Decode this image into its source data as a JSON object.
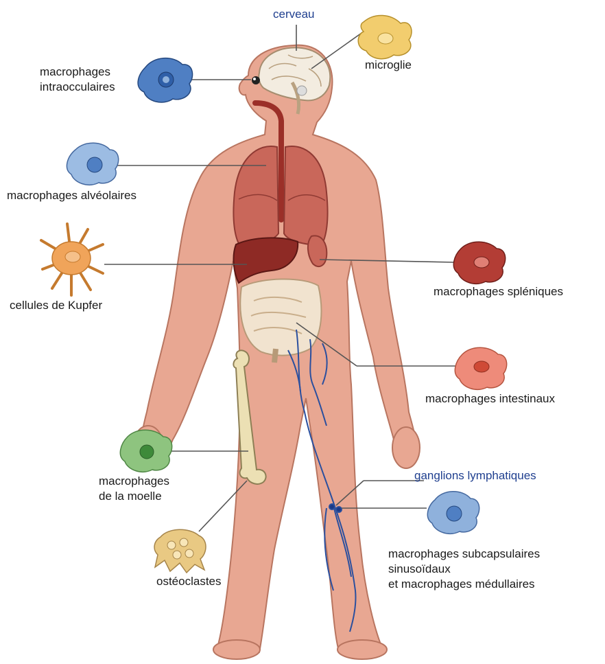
{
  "labels": {
    "cerveau": "cerveau",
    "microglie": "microglie",
    "intraocular": [
      "macrophages",
      "intraocculaires"
    ],
    "alveolaires": "macrophages alvéolaires",
    "kupfer": "cellules de Kupfer",
    "spleniques": "macrophages spléniques",
    "intestinaux": "macrophages intestinaux",
    "moelle": [
      "macrophages",
      "de la moelle"
    ],
    "ganglions": "ganglions lymphatiques",
    "subcapsulaires": [
      "macrophages subcapsulaires",
      "sinusoïdaux",
      "et macrophages médullaires"
    ],
    "osteoclastes": "ostéoclastes"
  },
  "colors": {
    "skin": "#e8a792",
    "skin_outline": "#b87560",
    "lung": "#c9675a",
    "liver": "#8e2a25",
    "intestine": "#f1e3cf",
    "bone": "#ece0b4",
    "lymph": "#2a4f9e",
    "cell_blue": "#5b86c8",
    "cell_light_blue": "#8fb1dc",
    "cell_yellow": "#f2cd6e",
    "cell_orange": "#f0a45a",
    "cell_red": "#b33d35",
    "cell_salmon": "#ee8b7a",
    "cell_green": "#7bb86c",
    "cell_tan": "#e9c983",
    "leader": "#555555"
  }
}
